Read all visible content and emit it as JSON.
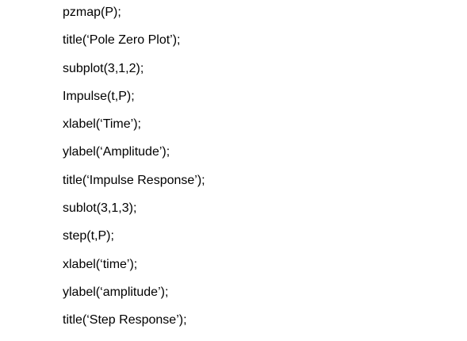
{
  "document": {
    "lines": [
      "pzmap(P);",
      "title(‘Pole Zero Plot’);",
      "subplot(3,1,2);",
      "Impulse(t,P);",
      "xlabel(‘Time’);",
      "ylabel(‘Amplitude’);",
      "title(‘Impulse Response’);",
      "sublot(3,1,3);",
      "step(t,P);",
      "xlabel(‘time’);",
      "ylabel(‘amplitude’);",
      "title(‘Step Response’);"
    ]
  }
}
